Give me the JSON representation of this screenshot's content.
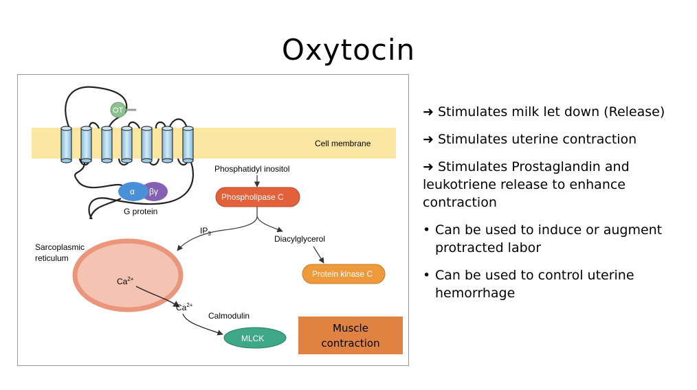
{
  "slide": {
    "title": "Oxytocin",
    "arrow_glyph": "➜",
    "bullet_glyph": "•",
    "arrow_points": [
      "Stimulates milk let down (Release)",
      "Stimulates uterine contraction",
      "Stimulates Prostaglandin and leukotriene release to enhance contraction"
    ],
    "bullets": [
      "Can be used to induce or augment protracted labor",
      "Can be used to control uterine hemorrhage"
    ]
  },
  "diagram": {
    "ligand": "OT",
    "cell_membrane": "Cell membrane",
    "alpha": "α",
    "beta_gamma": "βγ",
    "g_protein": "G protein",
    "phosphatidyl_inositol": "Phosphatidyl inositol",
    "phospholipase_c": "Phospholipase C",
    "ip3": "IP",
    "ip3_sub": "3",
    "diacylglycerol": "Diacylglycerol",
    "protein_kinase_c": "Protein kinase C",
    "sarcoplasmic": "Sarcoplasmic",
    "reticulum": "reticulum",
    "ca": "Ca",
    "ca_sup": "2+",
    "calmodulin": "Calmodulin",
    "mlck": "MLCK",
    "muscle_contraction": "Muscle\ncontraction"
  },
  "colors": {
    "membrane": "#fbe6a2",
    "helix": "#a9d4ec",
    "ligand": "#8dc18f",
    "g_protein": "#8561b4",
    "alpha": "#4a90d9",
    "phospholipase_c": "#e2603a",
    "protein_kinase_c": "#ee9a3c",
    "sr_fill": "#f4c3b2",
    "sr_border": "#e9967c",
    "mlck": "#3ea786",
    "muscle_box": "#e08241"
  }
}
